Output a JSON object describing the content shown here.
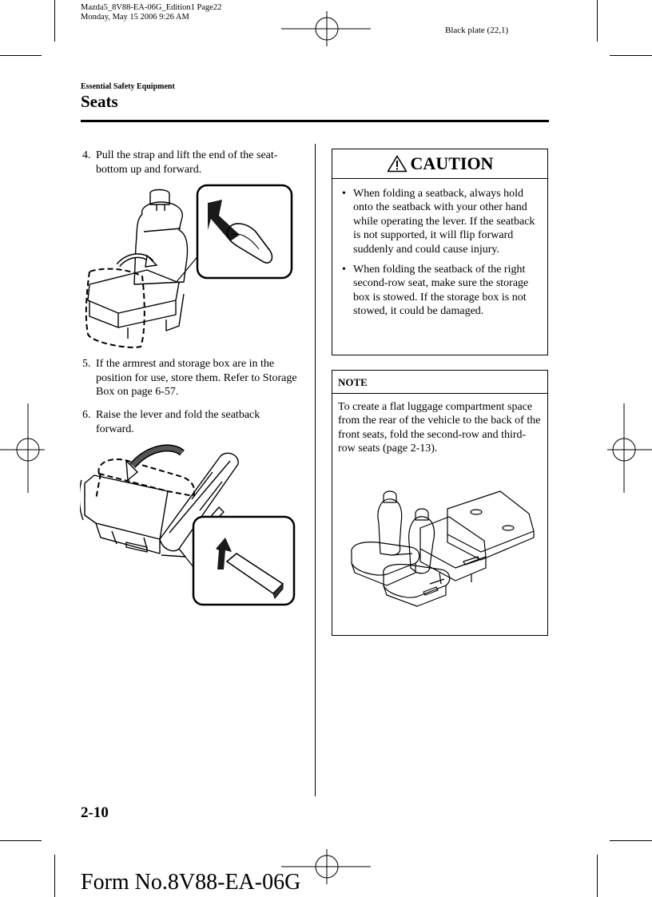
{
  "print_info": {
    "line1": "Mazda5_8V88-EA-06G_Edition1 Page22",
    "line2": "Monday, May 15 2006 9:26 AM"
  },
  "black_plate": "Black plate (22,1)",
  "header": {
    "section": "Essential Safety Equipment",
    "title": "Seats"
  },
  "left_column": {
    "steps": [
      {
        "num": "4.",
        "text": "Pull the strap and lift the end of the seat-bottom up and forward."
      },
      {
        "num": "5.",
        "text": "If the armrest and storage box are in the position for use, store them. Refer to Storage Box on page 6-57."
      },
      {
        "num": "6.",
        "text": "Raise the lever and fold the seatback forward."
      }
    ]
  },
  "caution": {
    "title": "CAUTION",
    "icon": "warning-triangle-icon",
    "items": [
      "When folding a seatback, always hold onto the seatback with your other hand while operating the lever. If the seatback is not supported, it will flip forward suddenly and could cause injury.",
      "When folding the seatback of the right second-row seat, make sure the storage box is stowed. If the storage box is not stowed, it could be damaged."
    ],
    "bullet": "•"
  },
  "note": {
    "title": "NOTE",
    "text": "To create a flat luggage compartment space from the rear of the vehicle to the back of the front seats, fold the second-row and third-row seats (page 2-13)."
  },
  "footer": {
    "page_number": "2-10",
    "form_number": "Form No.8V88-EA-06G"
  }
}
